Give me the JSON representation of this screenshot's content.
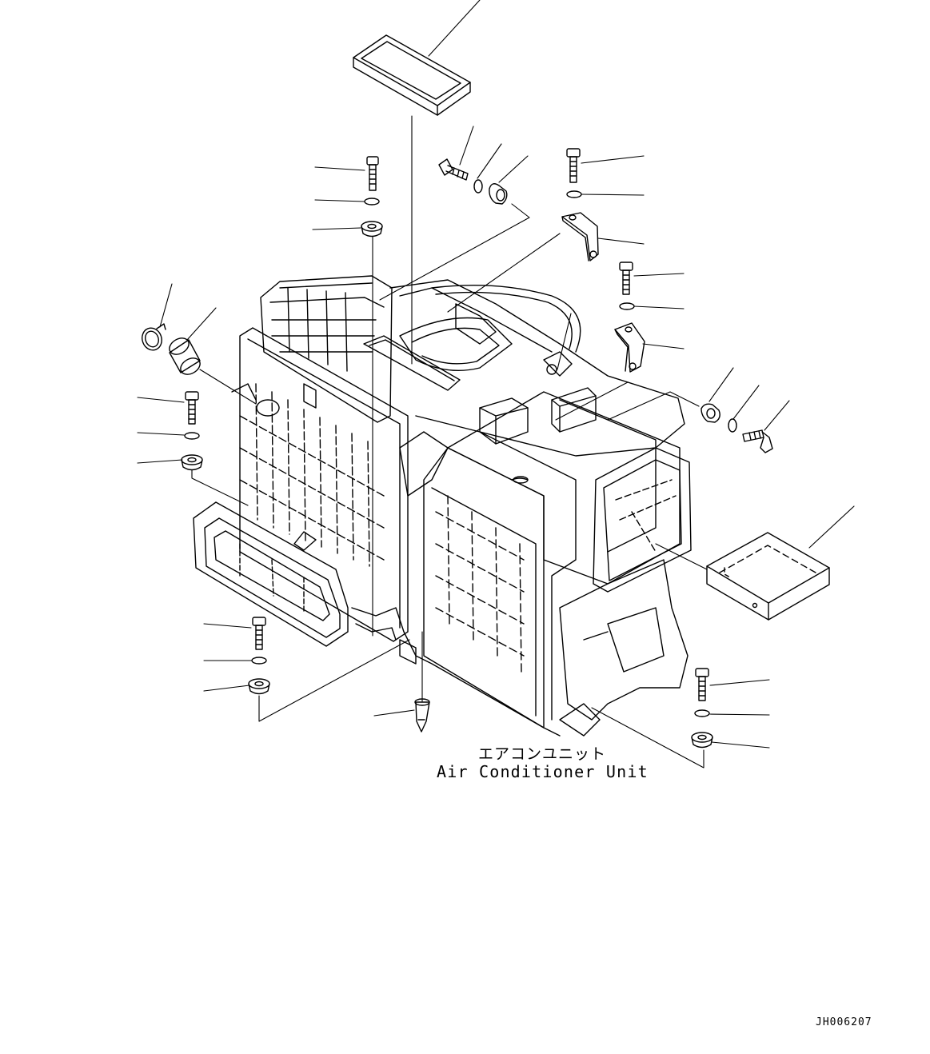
{
  "caption": {
    "unit_name_jp": "エアコンユニット",
    "unit_name_en": "Air Conditioner Unit"
  },
  "drawing_code": "JH006207",
  "colors": {
    "line": "#000000",
    "background": "#ffffff"
  }
}
